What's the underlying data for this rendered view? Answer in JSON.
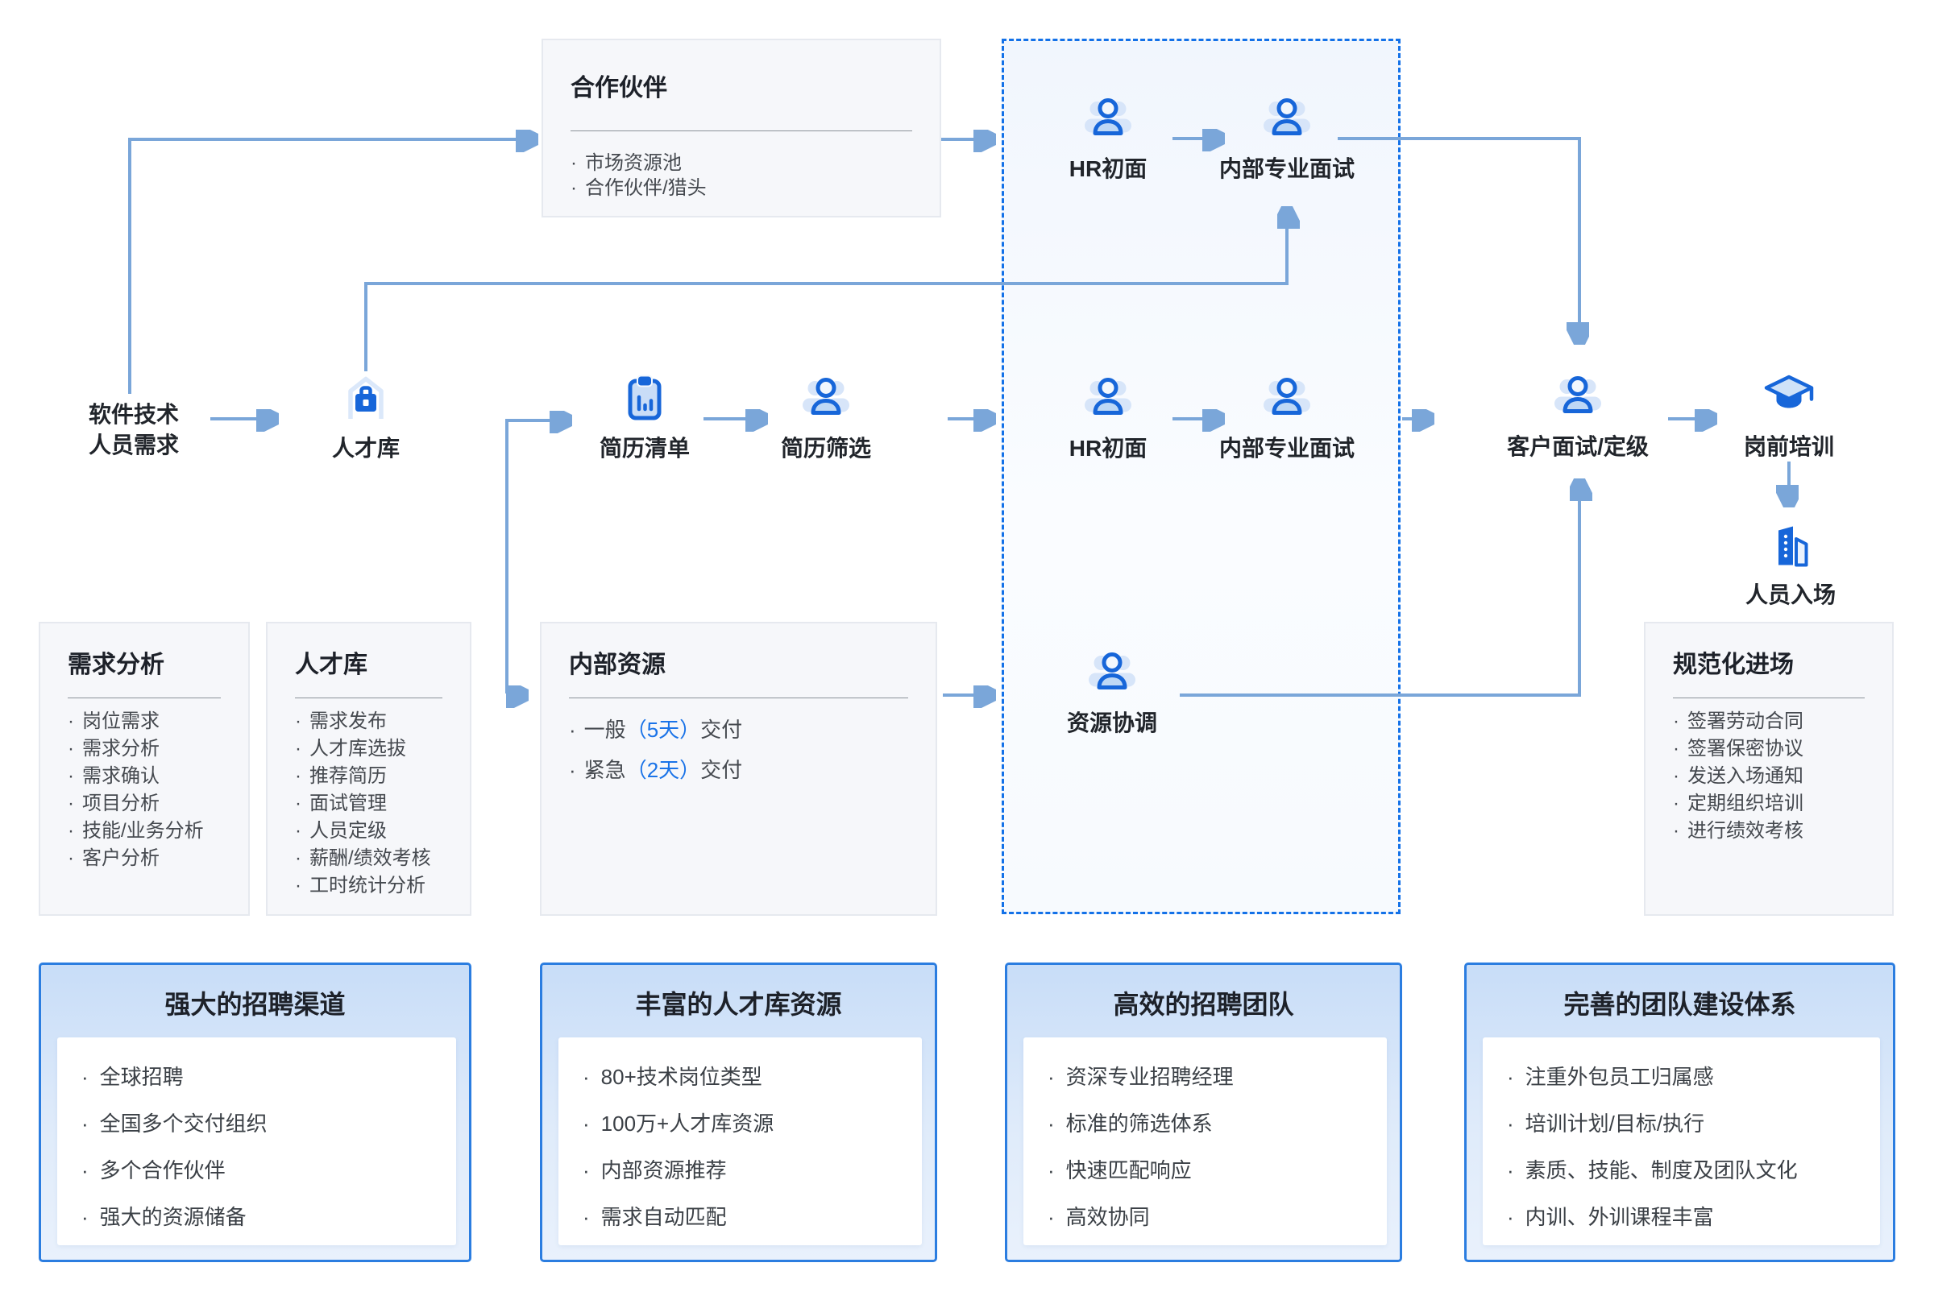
{
  "palette": {
    "arrow": "#7AA6D9",
    "icon_blue": "#1766D9",
    "dashed_border": "#1371E8",
    "highlight_blue": "#1A73E8",
    "card_border": "#2B7DE0"
  },
  "flow_nodes": {
    "demand_line1": "软件技术",
    "demand_line2": "人员需求",
    "talent_pool": "人才库",
    "resume_list": "简历清单",
    "resume_screening": "简历筛选",
    "hr_first_interview_top": "HR初面",
    "internal_interview_top": "内部专业面试",
    "hr_first_interview_mid": "HR初面",
    "internal_interview_mid": "内部专业面试",
    "resource_coordination": "资源协调",
    "customer_interview": "客户面试/定级",
    "pre_job_training": "岗前培训",
    "personnel_entry": "人员入场"
  },
  "partner_box": {
    "title": "合作伙伴",
    "items": [
      "市场资源池",
      "合作伙伴/猎头"
    ]
  },
  "info_boxes": {
    "demand_analysis": {
      "title": "需求分析",
      "items": [
        "岗位需求",
        "需求分析",
        "需求确认",
        "项目分析",
        "技能/业务分析",
        "客户分析"
      ]
    },
    "talent_pool": {
      "title": "人才库",
      "items": [
        "需求发布",
        "人才库选拔",
        "推荐简历",
        "面试管理",
        "人员定级",
        "薪酬/绩效考核",
        "工时统计分析"
      ]
    },
    "internal_resource": {
      "title": "内部资源",
      "items": [
        {
          "pre": "一般",
          "highlight": "（5天）",
          "post": "交付"
        },
        {
          "pre": "紧急",
          "highlight": "（2天）",
          "post": "交付"
        }
      ]
    },
    "standard_entry": {
      "title": "规范化进场",
      "items": [
        "签署劳动合同",
        "签署保密协议",
        "发送入场通知",
        "定期组织培训",
        "进行绩效考核"
      ]
    }
  },
  "bottom_cards": [
    {
      "title": "强大的招聘渠道",
      "items": [
        "全球招聘",
        "全国多个交付组织",
        "多个合作伙伴",
        "强大的资源储备"
      ]
    },
    {
      "title": "丰富的人才库资源",
      "items": [
        "80+技术岗位类型",
        "100万+人才库资源",
        "内部资源推荐",
        "需求自动匹配"
      ]
    },
    {
      "title": "高效的招聘团队",
      "items": [
        "资深专业招聘经理",
        "标准的筛选体系",
        "快速匹配响应",
        "高效协同"
      ]
    },
    {
      "title": "完善的团队建设体系",
      "items": [
        "注重外包员工归属感",
        "培训计划/目标/执行",
        "素质、技能、制度及团队文化",
        "内训、外训课程丰富"
      ]
    }
  ],
  "icons": {
    "talent_pool": "warehouse-briefcase-icon",
    "resume_list": "clipboard-chart-icon",
    "people": "person-group-icon",
    "training": "graduation-cap-icon",
    "entry": "building-icon"
  }
}
